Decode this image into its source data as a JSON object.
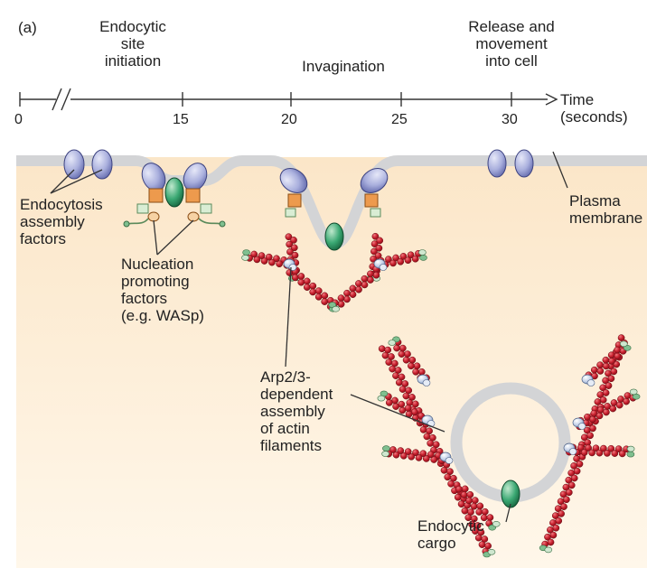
{
  "panel_label": "(a)",
  "stages": [
    {
      "lines": [
        "Endocytic",
        "site",
        "initiation"
      ]
    },
    {
      "lines": [
        "Invagination"
      ]
    },
    {
      "lines": [
        "Release and",
        "movement",
        "into cell"
      ]
    }
  ],
  "timeline": {
    "ticks": [
      "0",
      "15",
      "20",
      "25",
      "30"
    ],
    "axis_label": [
      "Time",
      "(seconds)"
    ]
  },
  "labels": {
    "assembly_factors": [
      "Endocytosis",
      "assembly",
      "factors"
    ],
    "npf": [
      "Nucleation",
      "promoting",
      "factors",
      "(e.g. WASp)"
    ],
    "plasma_membrane": [
      "Plasma",
      "membrane"
    ],
    "arp": [
      "Arp2/3-",
      "dependent",
      "assembly",
      "of actin",
      "filaments"
    ],
    "cargo": [
      "Endocytic",
      "cargo"
    ]
  },
  "colors": {
    "cytoplasm_top": "#fbe6c8",
    "cytoplasm_bottom": "#fff7ea",
    "membrane": "#d3d4d6",
    "assembly_factor": "#a9afdd",
    "npf_square": "#ed9a4d",
    "npf_small": "#f6d2a4",
    "cargo": "#2e9a64",
    "actin": "#c8202e",
    "arp_complex": "#bfcde6",
    "filament_cap": "#7fbf8f"
  }
}
